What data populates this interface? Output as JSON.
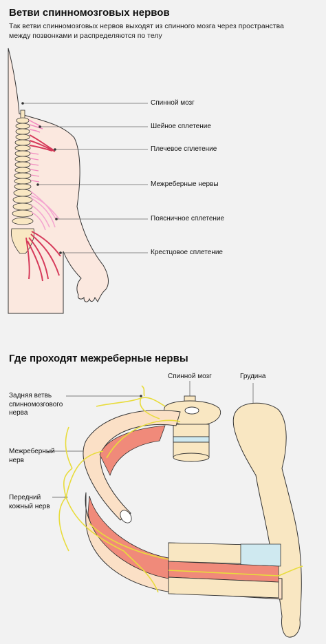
{
  "section1": {
    "title": "Ветви спинномозговых нервов",
    "subtitle": "Так ветви спинномозговых нервов выходят из спинного мозга через пространства между позвонками и распределяются по телу",
    "labels": {
      "spinal_cord": "Спинной мозг",
      "cervical": "Шейное сплетение",
      "brachial": "Плечевое сплетение",
      "intercostal": "Межреберные нервы",
      "lumbar": "Поясничное сплетение",
      "sacral": "Крестцовое сплетение"
    }
  },
  "section2": {
    "title": "Где проходят межреберные нервы",
    "labels": {
      "spinal_cord": "Спинной мозг",
      "sternum": "Грудина",
      "posterior_branch": "Задняя ветвь спинномозгового нерва",
      "intercostal_nerve": "Межреберный нерв",
      "anterior_cutaneous": "Передний кожный нерв"
    }
  },
  "colors": {
    "background": "#f2f2f2",
    "skin": "#fbe8df",
    "bone": "#f9e7c2",
    "muscle": "#f08a7a",
    "cartilage": "#cfe9f0",
    "nerve_yellow": "#e8dc3c",
    "nerve_pink": "#f28ac0",
    "nerve_red": "#d63a5a"
  }
}
